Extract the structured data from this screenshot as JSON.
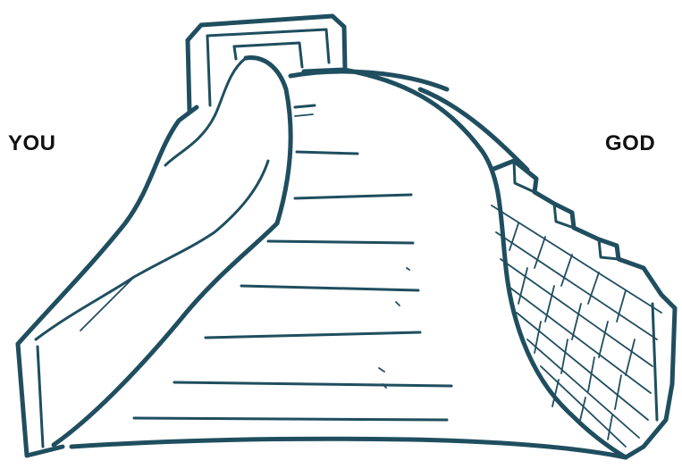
{
  "labels": {
    "left": "YOU",
    "right": "GOD"
  },
  "illustration": {
    "subject": "stairway",
    "ink_color": "#1f4e5f",
    "background": "#ffffff"
  }
}
